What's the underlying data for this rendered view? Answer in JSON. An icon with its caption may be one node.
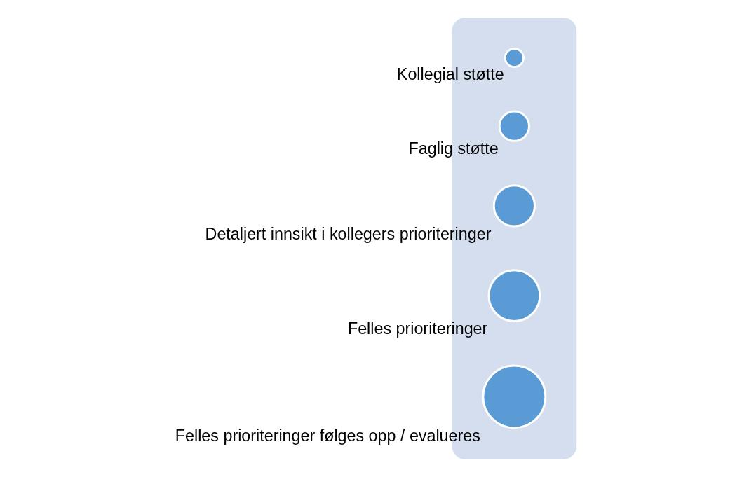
{
  "diagram": {
    "nodes": [
      {
        "text": [],
        "shape": "arrow"
      },
      {
        "text": [],
        "shape": "circle",
        "in": 0,
        "beside": [
          "Kollegial støtte"
        ]
      },
      {
        "text": [],
        "shape": "circle",
        "in": 0,
        "beside": [
          "Faglig støtte"
        ]
      },
      {
        "text": [],
        "shape": "circle",
        "in": 0,
        "beside": [
          "Detaljert innsikt i kollegers prioriteringer"
        ]
      },
      {
        "text": [],
        "shape": "circle",
        "in": 0,
        "beside": [
          "Felles prioriteringer"
        ]
      },
      {
        "text": [],
        "shape": "circle",
        "in": 0,
        "beside": [
          "Felles prioriteringer følges opp / evalueres"
        ]
      }
    ]
  }
}
